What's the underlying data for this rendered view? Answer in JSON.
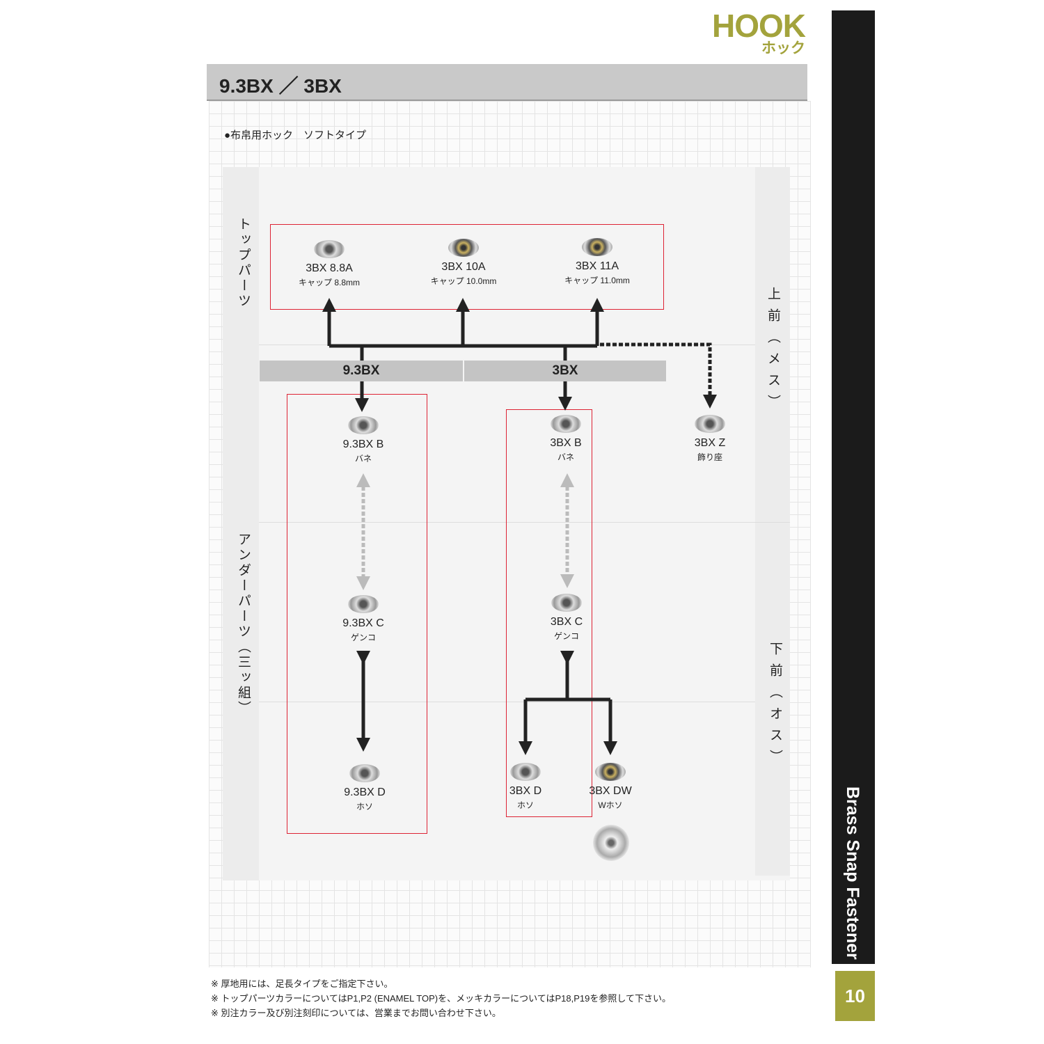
{
  "header": {
    "hook": "HOOK",
    "hook_kana": "ホック",
    "title": "9.3BX ／ 3BX",
    "subtitle": "●布帛用ホック　ソフトタイプ"
  },
  "sidebar": {
    "text": "Brass Snap Fastener",
    "page_number": "10"
  },
  "row_labels": {
    "top": "トップパーツ",
    "under": "アンダーパーツ（三ッ組）",
    "upper_front": "上前（メス）",
    "lower_front": "下前（オス）"
  },
  "bars": {
    "left": "9.3BX",
    "right": "3BX"
  },
  "top_parts": [
    {
      "name": "3BX 8.8A",
      "desc": "キャップ 8.8mm"
    },
    {
      "name": "3BX 10A",
      "desc": "キャップ 10.0mm"
    },
    {
      "name": "3BX 11A",
      "desc": "キャップ 11.0mm"
    }
  ],
  "parts_93": [
    {
      "name": "9.3BX B",
      "desc": "バネ"
    },
    {
      "name": "9.3BX C",
      "desc": "ゲンコ"
    },
    {
      "name": "9.3BX D",
      "desc": "ホソ"
    }
  ],
  "parts_3bx": [
    {
      "name": "3BX B",
      "desc": "バネ"
    },
    {
      "name": "3BX C",
      "desc": "ゲンコ"
    },
    {
      "name": "3BX D",
      "desc": "ホソ"
    },
    {
      "name": "3BX DW",
      "desc": "Wホソ"
    },
    {
      "name": "3BX Z",
      "desc": "飾り座"
    }
  ],
  "notes": [
    "※ 厚地用には、足長タイプをご指定下さい。",
    "※ トップパーツカラーについてはP1,P2 (ENAMEL TOP)を、メッキカラーについてはP18,P19を参照して下さい。",
    "※ 別注カラー及び別注刻印については、営業までお問い合わせ下さい。"
  ],
  "colors": {
    "accent": "#a3a33c",
    "red_box": "#d22233",
    "bar": "#c4c4c4"
  }
}
